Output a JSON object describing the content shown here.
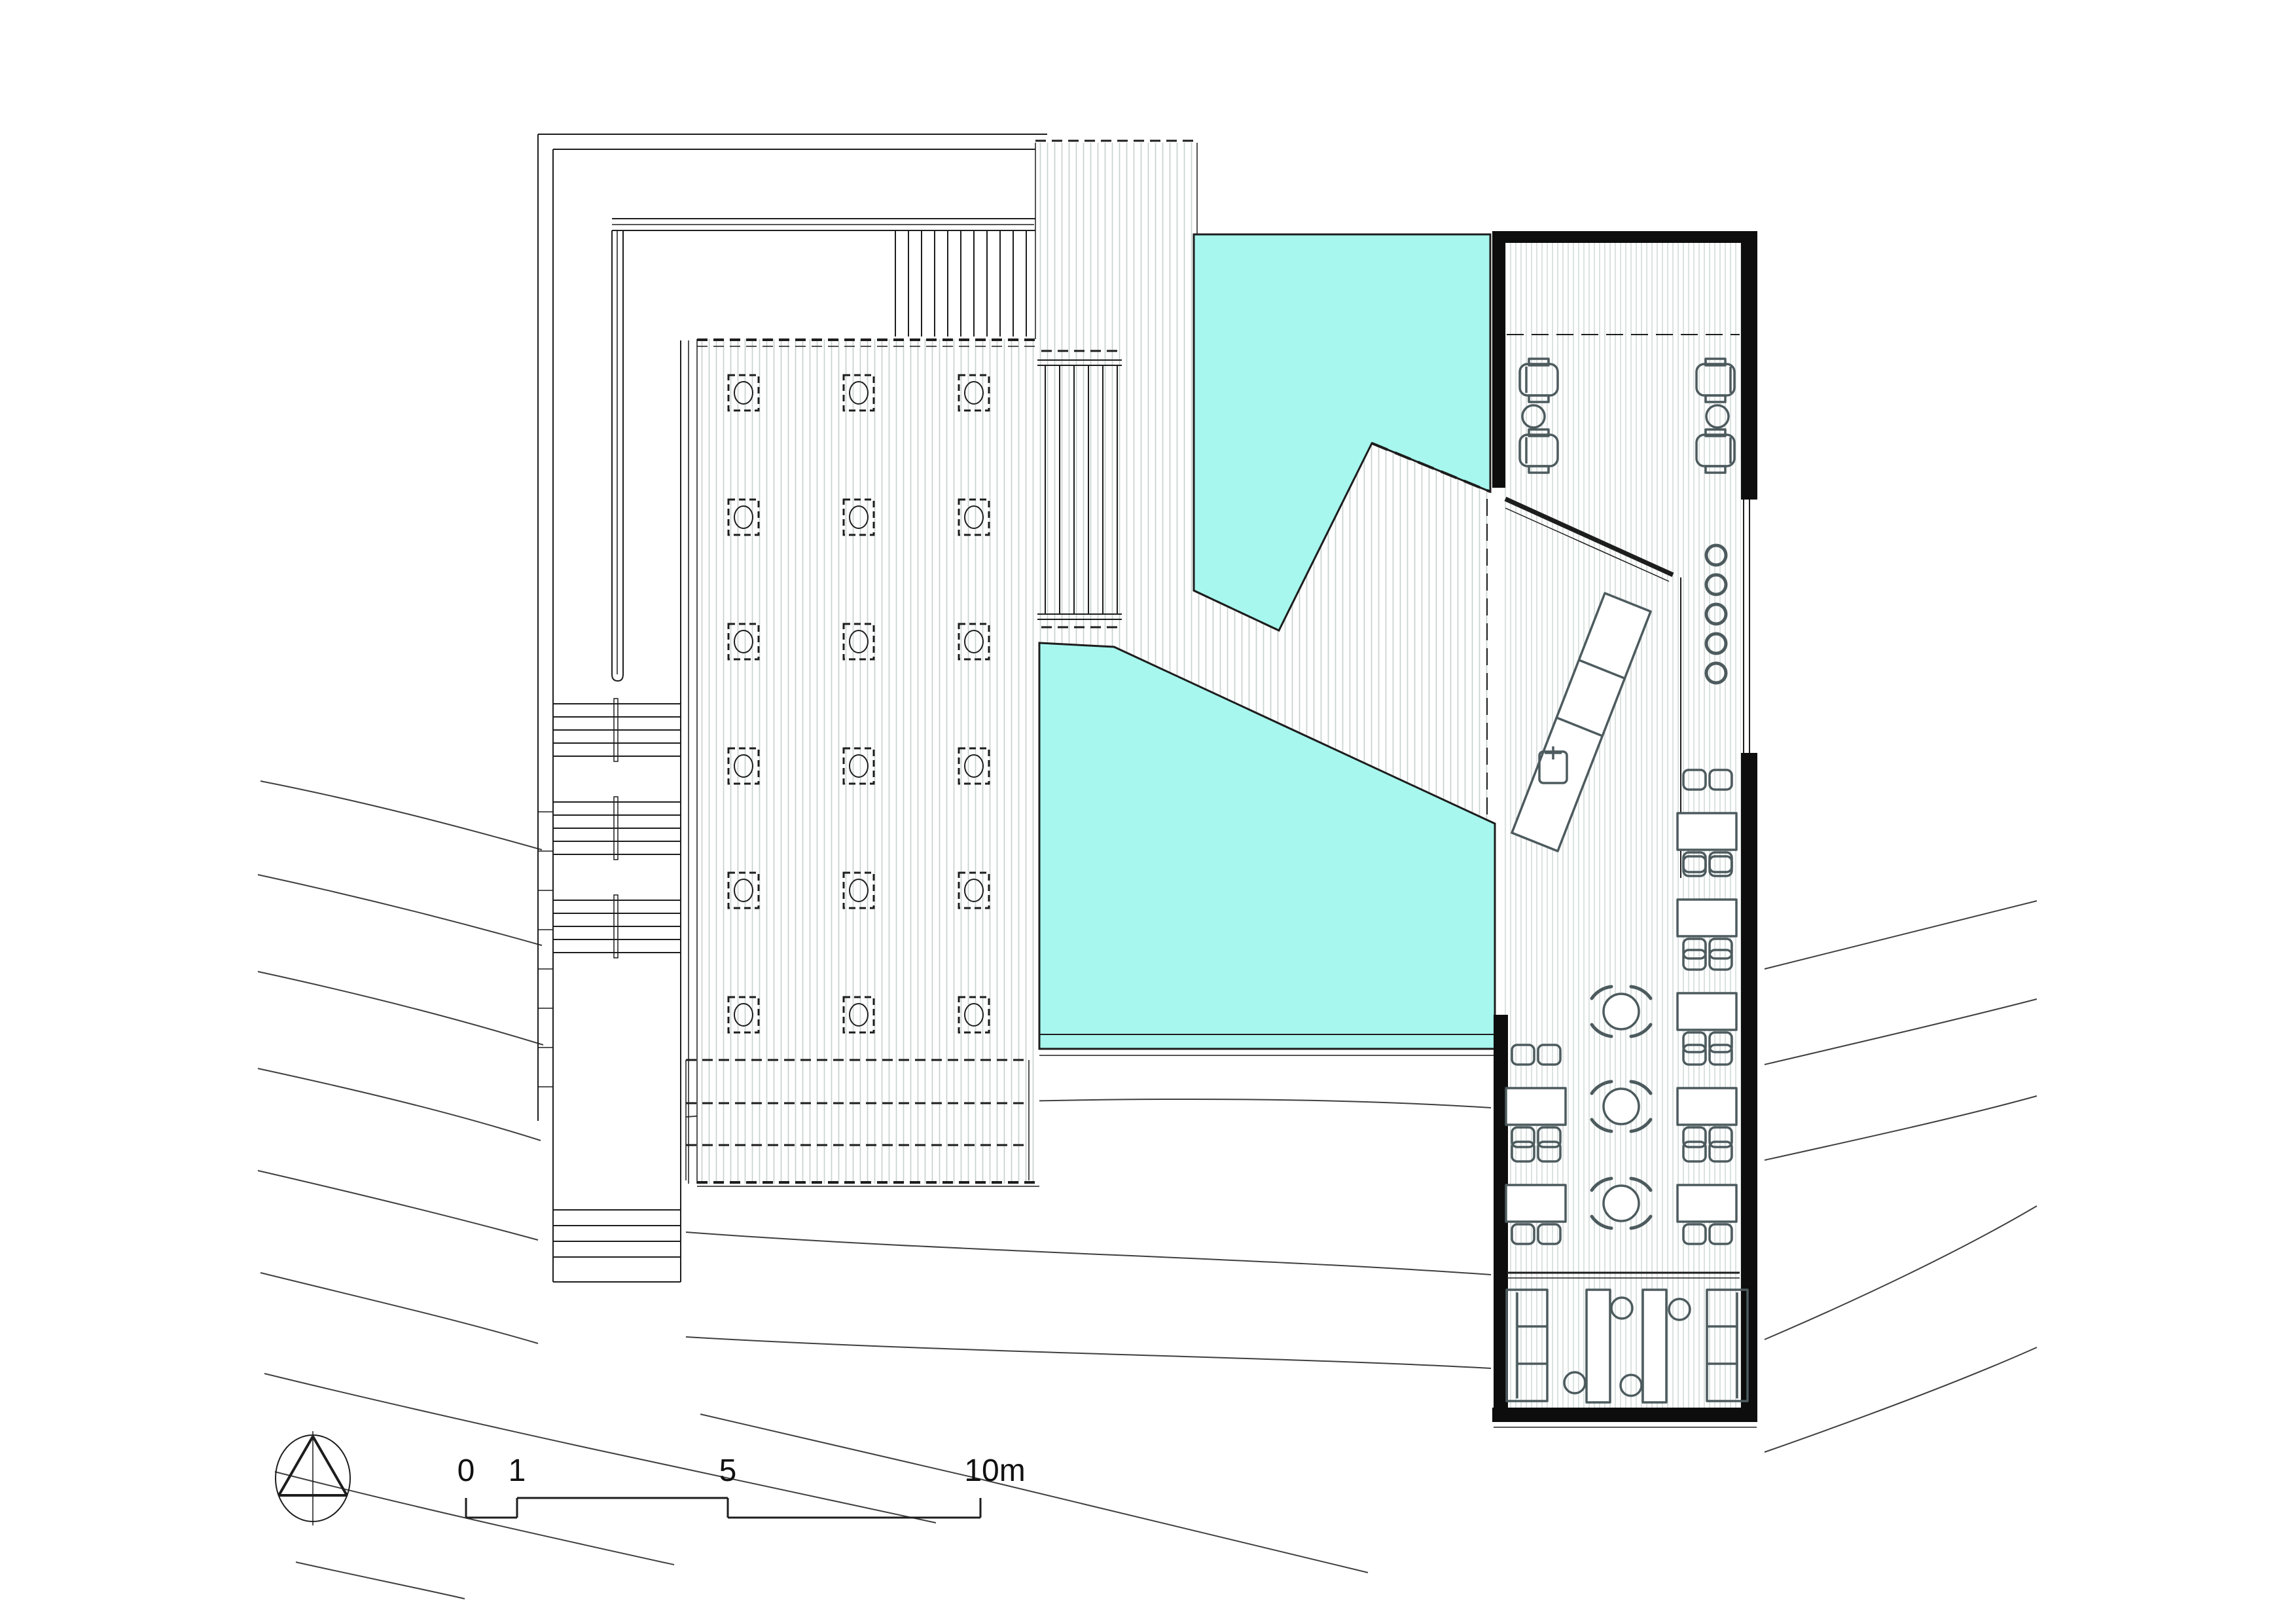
{
  "scale_bar": {
    "labels": [
      "0",
      "1",
      "5",
      "10m"
    ]
  },
  "north_arrow": {
    "icon": "north-arrow-icon"
  },
  "colors": {
    "paper": "#ffffff",
    "ink": "#1d1d1d",
    "wall": "#0d0d0d",
    "contour": "#3f3f3f",
    "pool_water": "#a7f7ee",
    "deck_hatch": "#c7d2cf",
    "building_hatch": "#ccd6d2",
    "furniture": "#4d5b5e"
  },
  "plan": {
    "pools": {
      "count": 2
    },
    "deck": {
      "column_rows": 6,
      "column_cols": 3,
      "side_stair_flights": 3,
      "top_stair_treads": 11,
      "bottom_wide_steps": 3
    },
    "building_furniture": {
      "lounge_armchairs": 4,
      "lounge_side_tables": 2,
      "bar_stools": 5,
      "rect_dining_tables": 7,
      "round_dining_tables": 3,
      "sofas": 2,
      "counters": 2,
      "counter_stools": 4
    }
  }
}
